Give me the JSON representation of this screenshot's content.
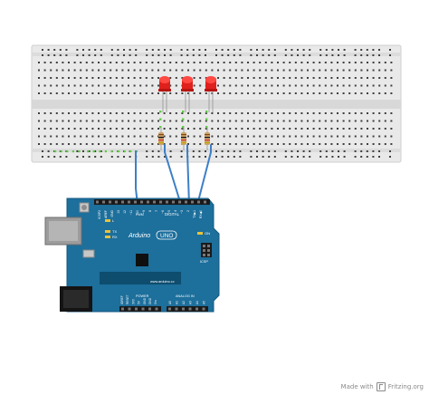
{
  "board": {
    "headers": [
      "ICSP2",
      "AREF",
      "GND",
      "13",
      "12",
      "~11",
      "~10",
      "~9",
      "8",
      "7",
      "~6",
      "~5",
      "4",
      "~3",
      "2",
      "TX▶1",
      "RX◀0"
    ],
    "digital_label": "DIGITAL",
    "pwm_label": "PWM",
    "l_label": "L",
    "tx_label": "TX",
    "rx_label": "RX",
    "brand": "Arduino",
    "model": "UNO",
    "on_label": "ON",
    "icsp_label": "ICSP",
    "url": "www.arduino.cc",
    "power_label": "POWER",
    "analog_label": "ANALOG IN",
    "power_pins": [
      "IOREF",
      "RESET",
      "3V3",
      "5V",
      "GND",
      "GND",
      "Vin"
    ],
    "analog_pins": [
      "A0",
      "A1",
      "A2",
      "A3",
      "A4",
      "A5"
    ]
  },
  "footer": {
    "made_with": "Made with",
    "brand": "Fritzing.org"
  },
  "colors": {
    "breadboard": "#e9e9e9",
    "breadboard_hole": "#3f3f3f",
    "active_hole": "#62c94a",
    "arduino_pcb": "#1d6f9c",
    "wire": "#3d7fc7",
    "led_red": "#e0201c",
    "resistor_body": "#c8a36a"
  }
}
